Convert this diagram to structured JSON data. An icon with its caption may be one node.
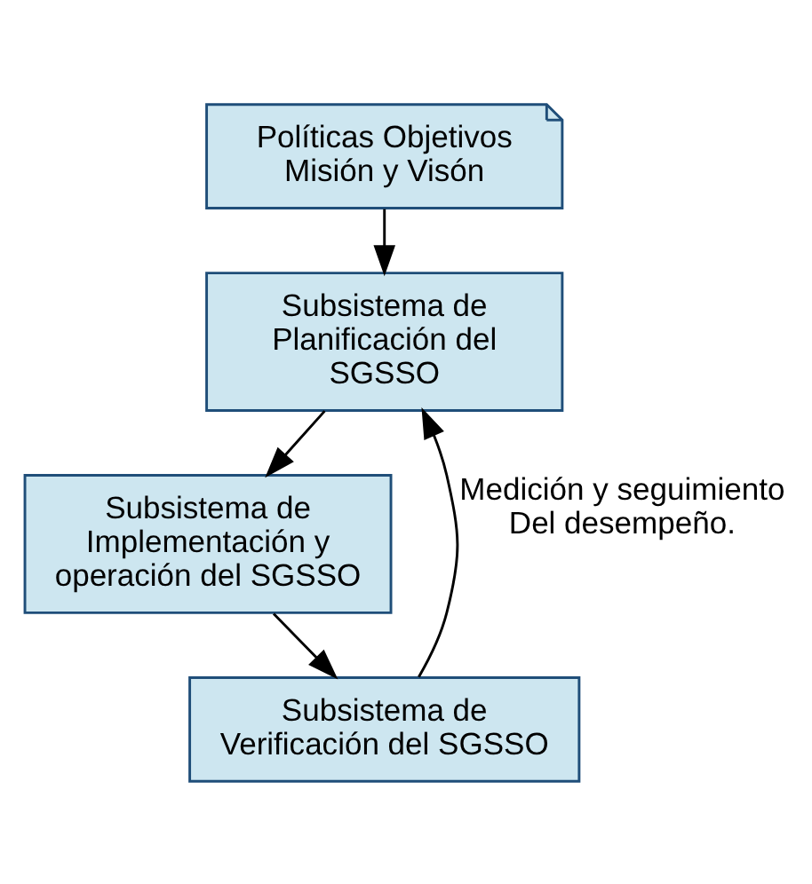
{
  "diagram": {
    "nodes": [
      {
        "text": [
          "Políticas Objetivos Misión y Visón"
        ]
      },
      {
        "text": [
          "Subsistema de Planificación del SGSSO"
        ]
      },
      {
        "text": [
          "Subsistema de Implementación y operación del SGSSO"
        ]
      },
      {
        "text": [
          "Subsistema de Verificación del SGSSO"
        ]
      }
    ],
    "edges": [
      {
        "from": 0,
        "to": 1,
        "arrow": "to"
      },
      {
        "from": 1,
        "to": 2,
        "arrow": "to"
      },
      {
        "from": 2,
        "to": 3,
        "arrow": "to"
      },
      {
        "from": 3,
        "to": 1,
        "arrow": "to",
        "label": "Medición y seguimiento Del desempeño."
      }
    ]
  }
}
